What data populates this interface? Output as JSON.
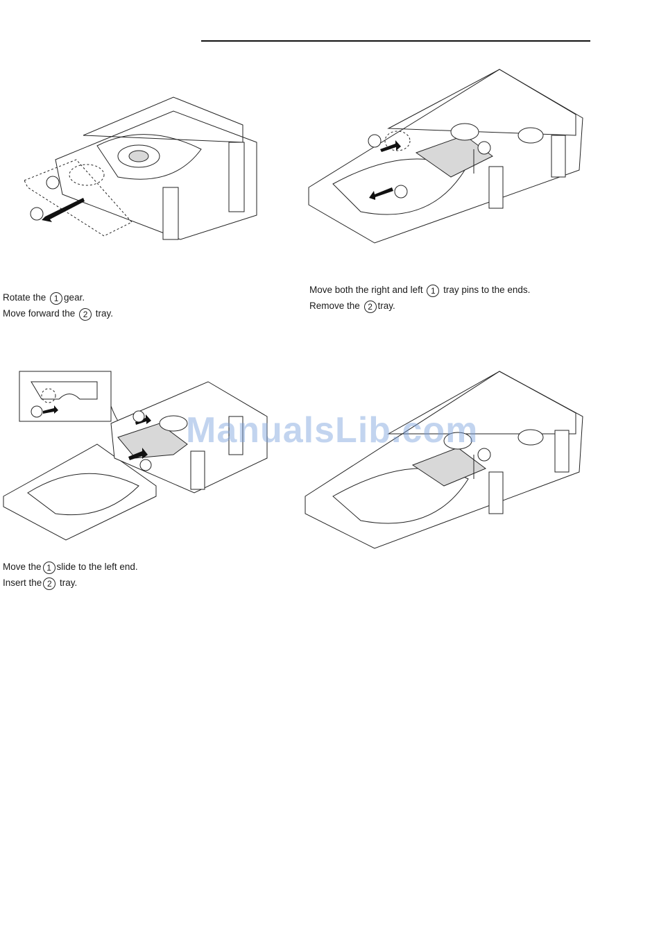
{
  "steps": [
    {
      "id": "rotate-gear",
      "line1": {
        "pre": "Rotate the ",
        "num": "1",
        "post": "gear."
      },
      "line2": {
        "pre": "Move forward the ",
        "num": "2",
        "post": " tray."
      }
    },
    {
      "id": "move-tray-pins",
      "line1": {
        "pre": "Move both the right and left ",
        "num": "1",
        "post": " tray pins to the ends."
      },
      "line2": {
        "pre": "Remove the ",
        "num": "2",
        "post": "tray."
      }
    },
    {
      "id": "move-slide",
      "line1": {
        "pre": "Move the",
        "num": "1",
        "post": "slide to the left end."
      },
      "line2": {
        "pre": "Insert the",
        "num": "2",
        "post": " tray."
      }
    }
  ],
  "watermark": "ManualsLib.com",
  "icons": [
    "cd-mechanism-illustration",
    "arrow-icon",
    "callout-circle"
  ]
}
